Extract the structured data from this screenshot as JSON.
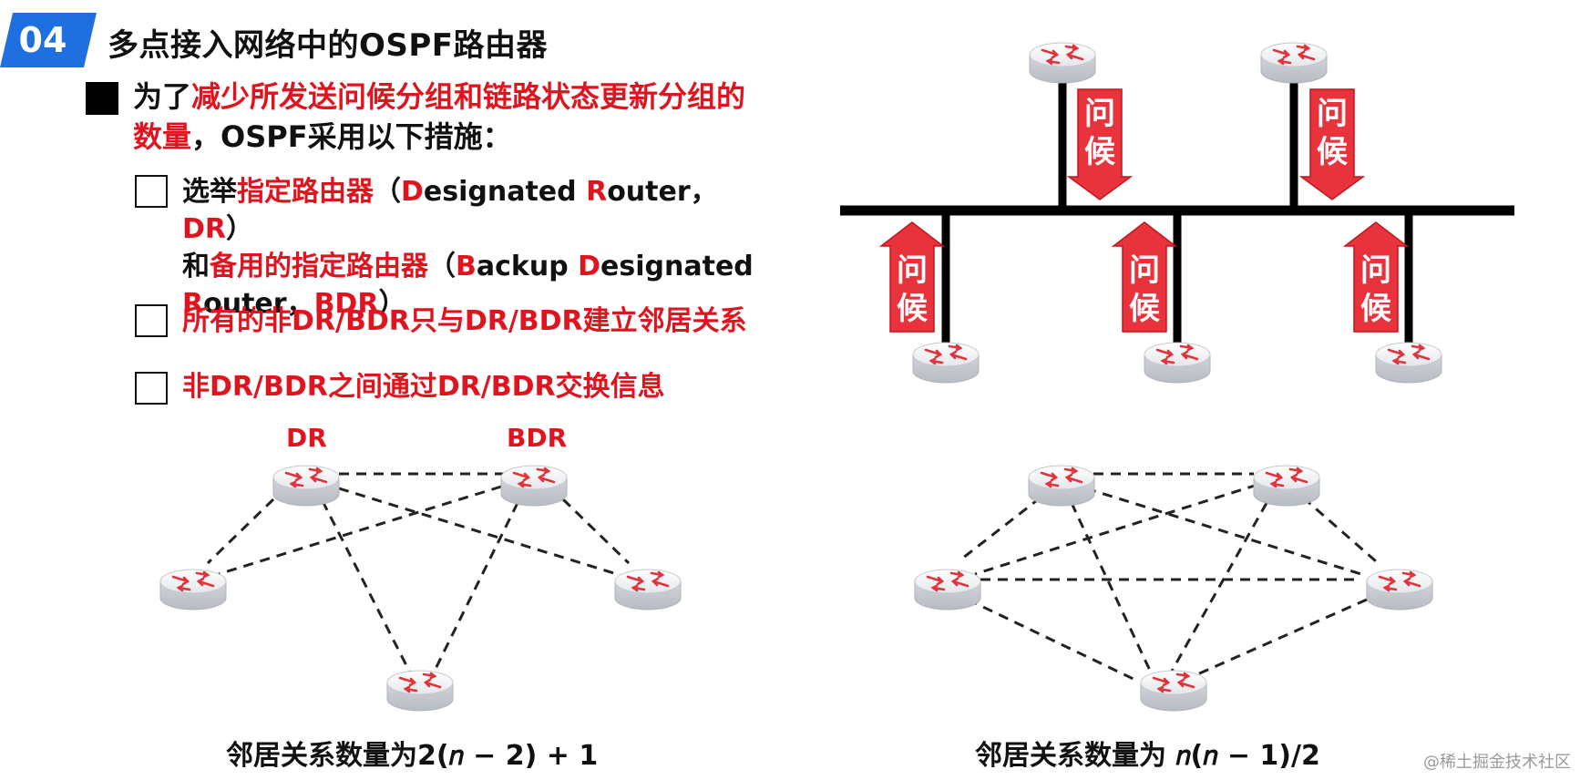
{
  "header": {
    "badge": "04",
    "title": "多点接入网络中的OSPF路由器"
  },
  "intro": {
    "prefix": "为了",
    "highlight": "减少所发送问候分组和链路状态更新分组的数量",
    "suffix": "，OSPF采用以下措施："
  },
  "measures": [
    {
      "t1": "选举",
      "r1": "指定路由器",
      "t2": "（",
      "r2": "D",
      "t3": "esignated ",
      "r3": "R",
      "t4": "outer，",
      "r4": "DR",
      "t5": "）",
      "t6": "和",
      "r5": "备用的指定路由器",
      "t7": "（",
      "r6": "B",
      "t8": "ackup ",
      "r7": "D",
      "t9": "esignated",
      "r8": "R",
      "t10": "outer，",
      "r9": "BDR",
      "t11": "）"
    },
    {
      "text": "所有的非DR/BDR只与DR/BDR建立邻居关系"
    },
    {
      "text": "非DR/BDR之间通过DR/BDR交换信息"
    }
  ],
  "hello_label": {
    "char1": "问",
    "char2": "候"
  },
  "left_diagram": {
    "dr_label": "DR",
    "bdr_label": "BDR",
    "caption": "邻居关系数量为2(𝑛 − 2) + 1"
  },
  "right_diagram": {
    "caption": "邻居关系数量为 𝑛(𝑛 − 1)/2"
  },
  "watermark": "@稀土掘金技术社区",
  "colors": {
    "accent_red": "#e0141e",
    "badge_blue": "#1f6fe0"
  }
}
